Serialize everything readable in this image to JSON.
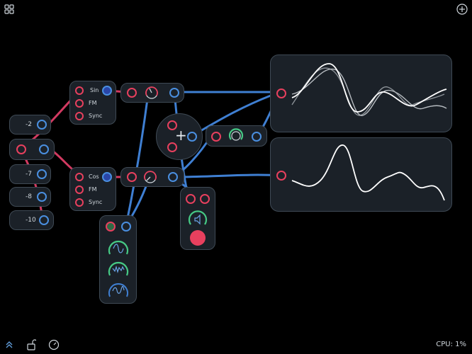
{
  "toolbar": {
    "grid_icon": "grid-icon",
    "add_icon": "plus-circle-icon",
    "bottom_icons": [
      "chevron-up-icon",
      "unlock-icon",
      "gauge-icon"
    ],
    "cpu_label": "CPU: 1%"
  },
  "constants": [
    {
      "value": "-2"
    },
    {
      "value": "-7"
    },
    {
      "value": "-8"
    },
    {
      "value": "-10"
    }
  ],
  "oscillators": [
    {
      "wave": "Sin",
      "fm": "FM",
      "sync": "Sync"
    },
    {
      "wave": "Cos",
      "fm": "FM",
      "sync": "Sync"
    }
  ],
  "colors": {
    "input_port": "#e8405e",
    "output_port": "#4a8fe0",
    "cable_blue": "#3f7fd2",
    "cable_pink": "#d23a61",
    "module_bg": "#1b2128",
    "module_border": "#3f4a55",
    "knob_green": "#46c985",
    "record_red": "#e8405e"
  }
}
